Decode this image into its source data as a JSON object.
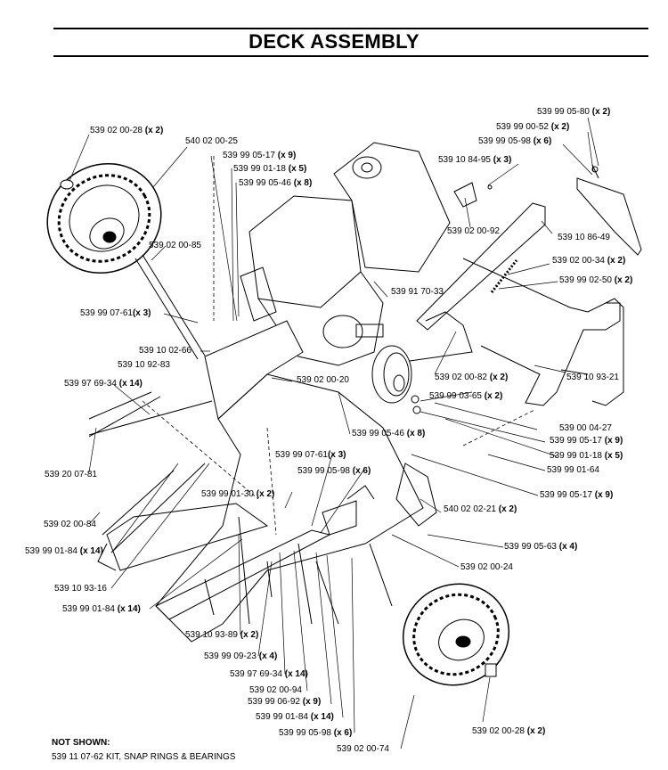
{
  "page_title": "DECK ASSEMBLY",
  "parts": [
    {
      "pn": "539 02 00-28",
      "qty": "(x 2)"
    },
    {
      "pn": "540 02 00-25",
      "qty": ""
    },
    {
      "pn": "539 99 05-17",
      "qty": "(x 9)"
    },
    {
      "pn": "539 99 01-18",
      "qty": "(x 5)"
    },
    {
      "pn": "539 99 05-46",
      "qty": "(x 8)"
    },
    {
      "pn": "539 02 00-85",
      "qty": ""
    },
    {
      "pn": "539 99 07-61",
      "qty": "(x 3)"
    },
    {
      "pn": "539 10 02-66",
      "qty": ""
    },
    {
      "pn": "539 10 92-83",
      "qty": ""
    },
    {
      "pn": "539 97 69-34",
      "qty": "(x 14)"
    },
    {
      "pn": "539 20 07-81",
      "qty": ""
    },
    {
      "pn": "539 02 00-84",
      "qty": ""
    },
    {
      "pn": "539 99 01-84",
      "qty": "(x 14)"
    },
    {
      "pn": "539 10 93-16",
      "qty": ""
    },
    {
      "pn": "539 99 01-84",
      "qty": "(x 14)"
    },
    {
      "pn": "539 10 93-89",
      "qty": "(x 2)"
    },
    {
      "pn": "539 99 09-23",
      "qty": "(x 4)"
    },
    {
      "pn": "539 97 69-34",
      "qty": "(x 14)"
    },
    {
      "pn": "539 02 00-94",
      "qty": ""
    },
    {
      "pn": "539 99 06-92",
      "qty": "(x 9)"
    },
    {
      "pn": "539 99 01-84",
      "qty": "(x 14)"
    },
    {
      "pn": "539 99 05-98",
      "qty": "(x 6)"
    },
    {
      "pn": "539 02 00-74",
      "qty": ""
    },
    {
      "pn": "539 02 00-28",
      "qty": "(x 2)"
    },
    {
      "pn": "539 99 05-80",
      "qty": "(x 2)"
    },
    {
      "pn": "539 99 00-52",
      "qty": "(x 2)"
    },
    {
      "pn": "539 99 05-98",
      "qty": "(x 6)"
    },
    {
      "pn": "539 10 84-95",
      "qty": "(x 3)"
    },
    {
      "pn": "539 02 00-92",
      "qty": ""
    },
    {
      "pn": "539 10 86-49",
      "qty": ""
    },
    {
      "pn": "539 02 00-34",
      "qty": "(x 2)"
    },
    {
      "pn": "539 99 02-50",
      "qty": "(x 2)"
    },
    {
      "pn": "539 91 70-33",
      "qty": ""
    },
    {
      "pn": "539 02 00-82",
      "qty": "(x 2)"
    },
    {
      "pn": "539 99 03-65",
      "qty": "(x 2)"
    },
    {
      "pn": "539 10 93-21",
      "qty": ""
    },
    {
      "pn": "539 02 00-20",
      "qty": ""
    },
    {
      "pn": "539 99 05-46",
      "qty": "(x 8)"
    },
    {
      "pn": "539 00 04-27",
      "qty": ""
    },
    {
      "pn": "539 99 05-17",
      "qty": "(x 9)"
    },
    {
      "pn": "539 99 01-18",
      "qty": "(x 5)"
    },
    {
      "pn": "539 99 01-64",
      "qty": ""
    },
    {
      "pn": "539 99 07-61",
      "qty": "(x 3)"
    },
    {
      "pn": "539 99 05-98",
      "qty": "(x 6)"
    },
    {
      "pn": "539 99 01-30",
      "qty": "(x 2)"
    },
    {
      "pn": "539 99 05-17",
      "qty": "(x 9)"
    },
    {
      "pn": "540 02 02-21",
      "qty": "(x 2)"
    },
    {
      "pn": "539 99 05-63",
      "qty": "(x 4)"
    },
    {
      "pn": "539 02 00-24",
      "qty": ""
    }
  ],
  "not_shown": {
    "heading": "NOT SHOWN:",
    "items": [
      "539 11 07-62 KIT, SNAP RINGS & BEARINGS"
    ]
  }
}
